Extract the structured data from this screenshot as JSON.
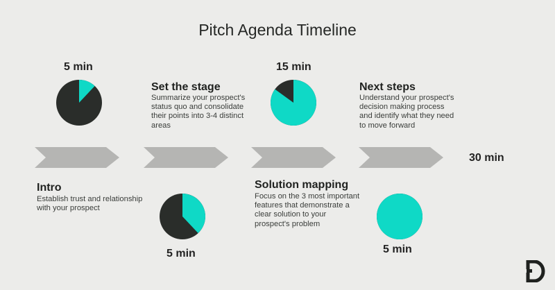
{
  "title": "Pitch Agenda Timeline",
  "colors": {
    "background": "#ececea",
    "dark": "#2a2d2a",
    "accent": "#0fd9c6",
    "arrow": "#b5b5b3"
  },
  "steps": [
    {
      "label": "Intro",
      "duration": "5 min",
      "fraction_accent": 0.12,
      "description": "Establish trust and relationship with your prospect"
    },
    {
      "label": "Set the stage",
      "duration": "5 min",
      "fraction_accent": 0.38,
      "description": "Summarize your prospect's status quo and consolidate their points into 3-4 distinct areas"
    },
    {
      "label": "Solution mapping",
      "duration": "15 min",
      "fraction_accent": 0.85,
      "description": "Focus on the 3 most important features that demonstrate a clear solution to your prospect's problem"
    },
    {
      "label": "Next steps",
      "duration": "5 min",
      "fraction_accent": 1.0,
      "description": "Understand your prospect's decision making process and identify what they need to move forward"
    }
  ],
  "total": "30 min",
  "logo_icon": "d-logo-icon"
}
